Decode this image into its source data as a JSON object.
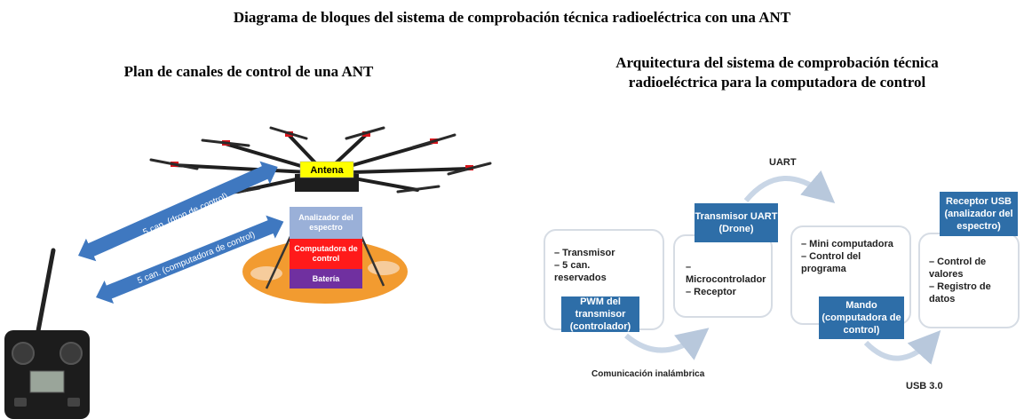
{
  "titles": {
    "main": "Diagrama de bloques del sistema de comprobación técnica radioeléctrica con una ANT",
    "left": "Plan de canales de control de una ANT",
    "right_line1": "Arquitectura del sistema de comprobación técnica",
    "right_line2": "radioeléctrica para la computadora de control"
  },
  "drone": {
    "antenna_label": "Antena",
    "analyzer_label": "Analizador del espectro",
    "computer_label": "Computadora de control",
    "battery_label": "Batería",
    "link_drone": "5 can. (dron de control)",
    "link_computer": "5 can. (computadora de control)"
  },
  "architecture": {
    "box1": {
      "items": [
        "– Transmisor",
        "– 5 can.",
        "reservados"
      ],
      "label": "PWM del transmisor (controlador)"
    },
    "box2": {
      "label": "Transmisor UART (Drone)",
      "items": [
        "– Microcontrolador",
        "– Receptor"
      ]
    },
    "box3": {
      "items": [
        "– Mini computadora",
        "– Control del",
        "programa"
      ],
      "label": "Mando (computadora de control)"
    },
    "box4": {
      "label": "Receptor USB (analizador del espectro)",
      "items": [
        "– Control de",
        "valores",
        "– Registro de",
        "datos"
      ]
    },
    "flow_uart": "UART",
    "flow_wireless": "Comunicación inalámbrica",
    "flow_usb": "USB 3.0"
  },
  "colors": {
    "block_blue": "#2e6ea8",
    "arrow_blue": "#3f78c0",
    "antenna_yellow": "#ffff00",
    "analyzer": "#9ab0d8",
    "computer": "#ff1a1a",
    "battery": "#7030a0",
    "platform_orange": "#f29b30"
  }
}
